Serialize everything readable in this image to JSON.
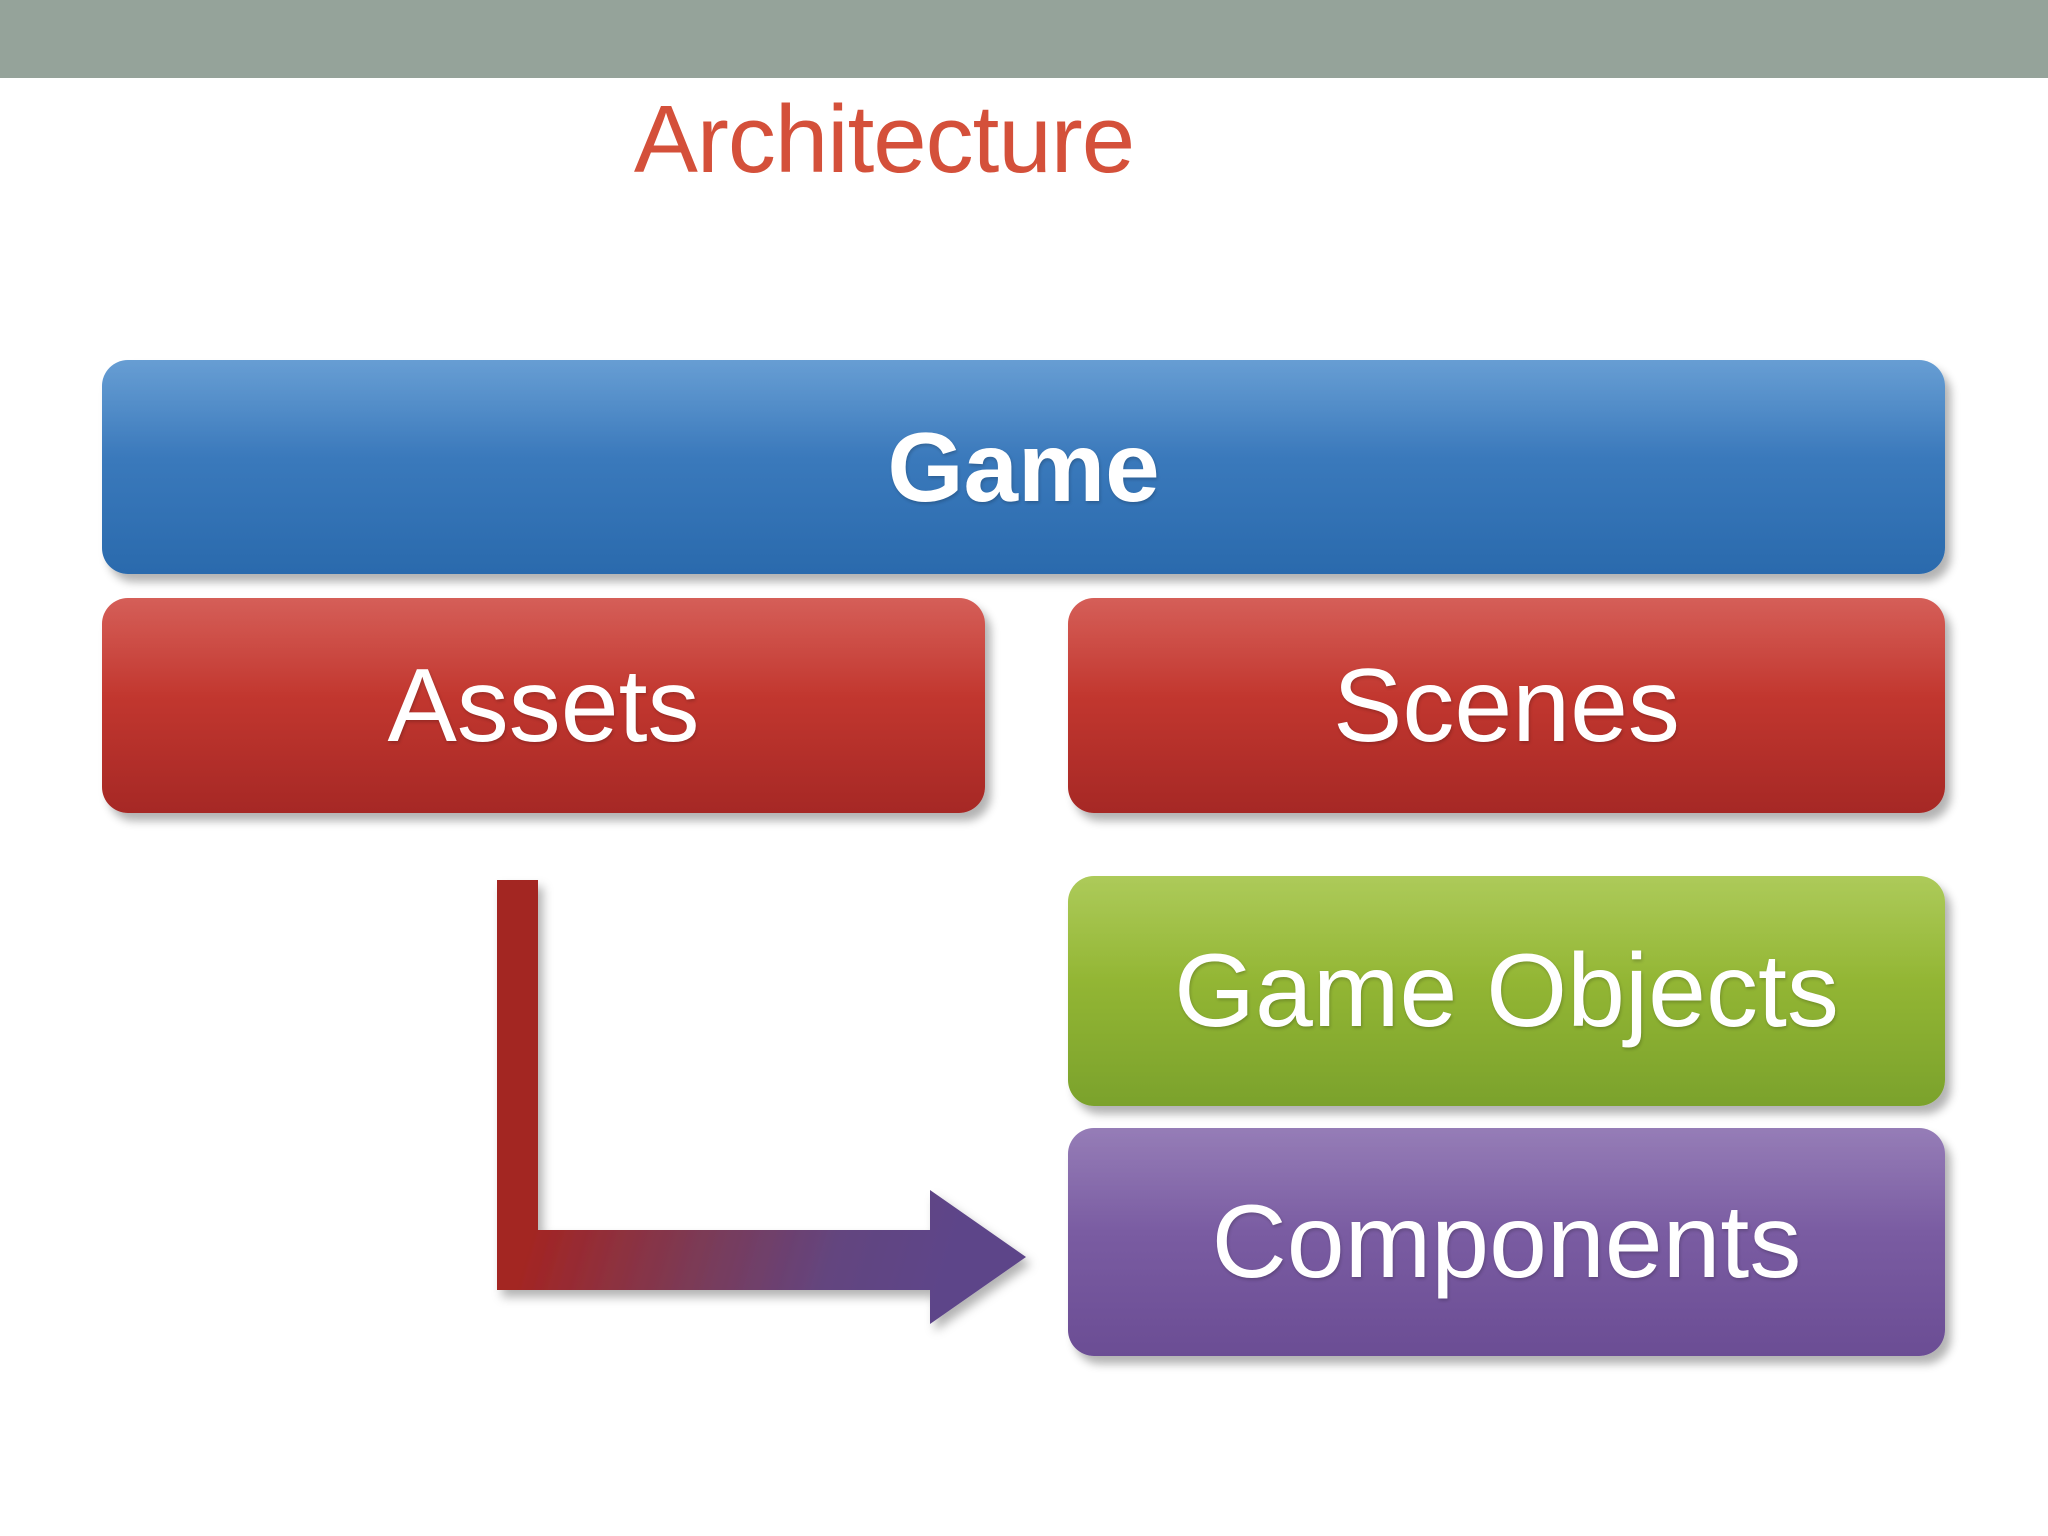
{
  "slide": {
    "title": "Architecture",
    "title_color": "#d4503a",
    "header_band_color": "#95a39a",
    "background_color": "#ffffff"
  },
  "diagram": {
    "type": "hierarchy",
    "boxes": [
      {
        "id": "game",
        "label": "Game",
        "color": "#3c7bbd",
        "bold": true,
        "row": 0,
        "span": "full"
      },
      {
        "id": "assets",
        "label": "Assets",
        "color": "#c2372f",
        "bold": false,
        "row": 1,
        "span": "left"
      },
      {
        "id": "scenes",
        "label": "Scenes",
        "color": "#c2372f",
        "bold": false,
        "row": 1,
        "span": "right"
      },
      {
        "id": "game-objects",
        "label": "Game Objects",
        "color": "#93b634",
        "bold": false,
        "row": 2,
        "span": "right"
      },
      {
        "id": "components",
        "label": "Components",
        "color": "#7a5ca2",
        "bold": false,
        "row": 3,
        "span": "right"
      }
    ],
    "connector": {
      "id": "assets-to-components",
      "shape": "elbow-arrow",
      "from": "assets",
      "to": "components",
      "start_color": "#a62825",
      "end_color": "#6b4d94"
    }
  }
}
